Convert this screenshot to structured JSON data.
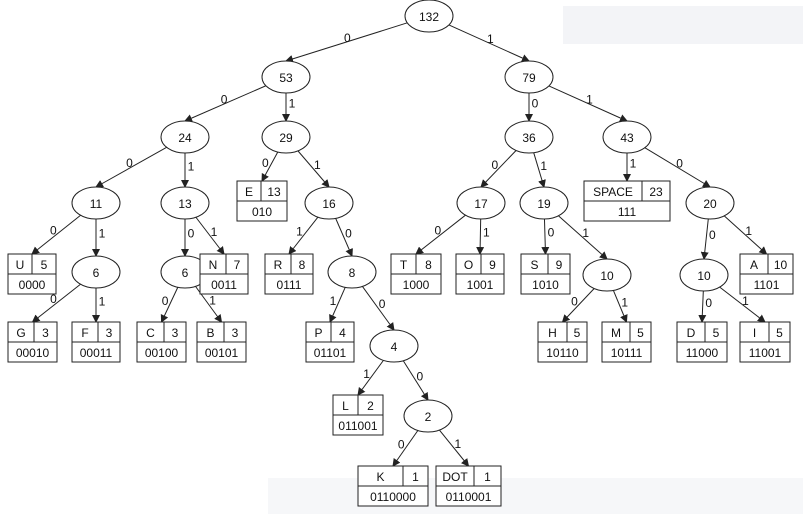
{
  "tree": {
    "nodes": {
      "n132": "132",
      "n53": "53",
      "n79": "79",
      "n24": "24",
      "n29": "29",
      "n36": "36",
      "n43": "43",
      "n11": "11",
      "n13": "13",
      "n16": "16",
      "n17": "17",
      "n19": "19",
      "n20": "20",
      "n6a": "6",
      "n6b": "6",
      "n8": "8",
      "n10a": "10",
      "n10b": "10",
      "n4": "4",
      "n2": "2"
    },
    "leaves": {
      "U": {
        "symbol": "U",
        "count": "5",
        "code": "0000"
      },
      "G": {
        "symbol": "G",
        "count": "3",
        "code": "00010"
      },
      "F": {
        "symbol": "F",
        "count": "3",
        "code": "00011"
      },
      "C": {
        "symbol": "C",
        "count": "3",
        "code": "00100"
      },
      "B": {
        "symbol": "B",
        "count": "3",
        "code": "00101"
      },
      "N": {
        "symbol": "N",
        "count": "7",
        "code": "0011"
      },
      "E": {
        "symbol": "E",
        "count": "13",
        "code": "010"
      },
      "R": {
        "symbol": "R",
        "count": "8",
        "code": "0111"
      },
      "P": {
        "symbol": "P",
        "count": "4",
        "code": "01101"
      },
      "L": {
        "symbol": "L",
        "count": "2",
        "code": "011001"
      },
      "K": {
        "symbol": "K",
        "count": "1",
        "code": "0110000"
      },
      "DOT": {
        "symbol": "DOT",
        "count": "1",
        "code": "0110001"
      },
      "T": {
        "symbol": "T",
        "count": "8",
        "code": "1000"
      },
      "O": {
        "symbol": "O",
        "count": "9",
        "code": "1001"
      },
      "S": {
        "symbol": "S",
        "count": "9",
        "code": "1010"
      },
      "H": {
        "symbol": "H",
        "count": "5",
        "code": "10110"
      },
      "M": {
        "symbol": "M",
        "count": "5",
        "code": "10111"
      },
      "SPACE": {
        "symbol": "SPACE",
        "count": "23",
        "code": "111"
      },
      "D": {
        "symbol": "D",
        "count": "5",
        "code": "11000"
      },
      "I": {
        "symbol": "I",
        "count": "5",
        "code": "11001"
      },
      "A": {
        "symbol": "A",
        "count": "10",
        "code": "1101"
      }
    },
    "edges": [
      {
        "from": "n132",
        "to": "n53",
        "label": "0"
      },
      {
        "from": "n132",
        "to": "n79",
        "label": "1"
      },
      {
        "from": "n53",
        "to": "n24",
        "label": "0"
      },
      {
        "from": "n53",
        "to": "n29",
        "label": "1"
      },
      {
        "from": "n79",
        "to": "n36",
        "label": "0"
      },
      {
        "from": "n79",
        "to": "n43",
        "label": "1"
      },
      {
        "from": "n24",
        "to": "n11",
        "label": "0"
      },
      {
        "from": "n24",
        "to": "n13",
        "label": "1"
      },
      {
        "from": "n29",
        "to": "E",
        "label": "0"
      },
      {
        "from": "n29",
        "to": "n16",
        "label": "1"
      },
      {
        "from": "n36",
        "to": "n17",
        "label": "0"
      },
      {
        "from": "n36",
        "to": "n19",
        "label": "1"
      },
      {
        "from": "n43",
        "to": "SPACE",
        "label": "1"
      },
      {
        "from": "n43",
        "to": "n20",
        "label": "0"
      },
      {
        "from": "n11",
        "to": "U",
        "label": "0"
      },
      {
        "from": "n11",
        "to": "n6a",
        "label": "1"
      },
      {
        "from": "n13",
        "to": "n6b",
        "label": "0"
      },
      {
        "from": "n13",
        "to": "N",
        "label": "1"
      },
      {
        "from": "n16",
        "to": "R",
        "label": "1"
      },
      {
        "from": "n16",
        "to": "n8",
        "label": "0"
      },
      {
        "from": "n17",
        "to": "T",
        "label": "0"
      },
      {
        "from": "n17",
        "to": "O",
        "label": "1"
      },
      {
        "from": "n19",
        "to": "S",
        "label": "0"
      },
      {
        "from": "n19",
        "to": "n10a",
        "label": "1"
      },
      {
        "from": "n20",
        "to": "n10b",
        "label": "0"
      },
      {
        "from": "n20",
        "to": "A",
        "label": "1"
      },
      {
        "from": "n6a",
        "to": "G",
        "label": "0"
      },
      {
        "from": "n6a",
        "to": "F",
        "label": "1"
      },
      {
        "from": "n6b",
        "to": "C",
        "label": "0"
      },
      {
        "from": "n6b",
        "to": "B",
        "label": "1"
      },
      {
        "from": "n8",
        "to": "P",
        "label": "1"
      },
      {
        "from": "n8",
        "to": "n4",
        "label": "0"
      },
      {
        "from": "n10a",
        "to": "H",
        "label": "0"
      },
      {
        "from": "n10a",
        "to": "M",
        "label": "1"
      },
      {
        "from": "n10b",
        "to": "D",
        "label": "0"
      },
      {
        "from": "n10b",
        "to": "I",
        "label": "1"
      },
      {
        "from": "n4",
        "to": "L",
        "label": "1"
      },
      {
        "from": "n4",
        "to": "n2",
        "label": "0"
      },
      {
        "from": "n2",
        "to": "K",
        "label": "0"
      },
      {
        "from": "n2",
        "to": "DOT",
        "label": "1"
      }
    ]
  }
}
